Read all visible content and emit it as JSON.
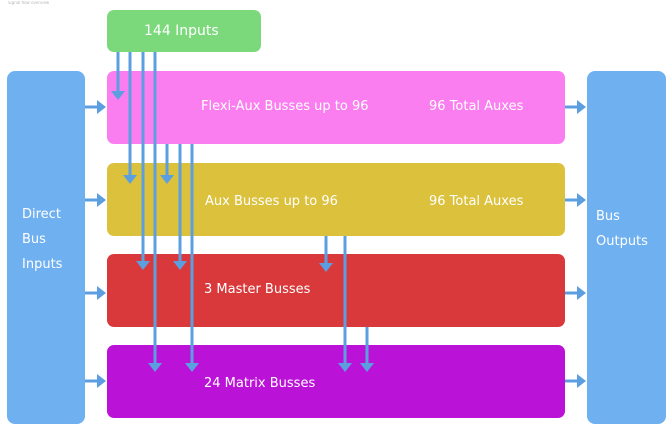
{
  "header": {
    "caption": "Signal flow overview"
  },
  "inputs": {
    "label": "144 Inputs",
    "color": "#7bd97b"
  },
  "direct_bus_inputs": {
    "lines": [
      "Direct",
      "Bus",
      "Inputs"
    ],
    "color": "#6fb0f0"
  },
  "bus_outputs": {
    "lines": [
      "Bus",
      "Outputs"
    ],
    "color": "#6fb0f0"
  },
  "busses": [
    {
      "label": "Flexi-Aux Busses up to 96",
      "total": "96 Total Auxes",
      "color": "#fa7ef0"
    },
    {
      "label": "Aux Busses up to 96",
      "total": "96 Total Auxes",
      "color": "#dcc13c"
    },
    {
      "label": "3 Master Busses",
      "total": "",
      "color": "#d9393b"
    },
    {
      "label": "24 Matrix Busses",
      "total": "",
      "color": "#bb12d8"
    }
  ],
  "arrow_color": "#5c9fe0"
}
